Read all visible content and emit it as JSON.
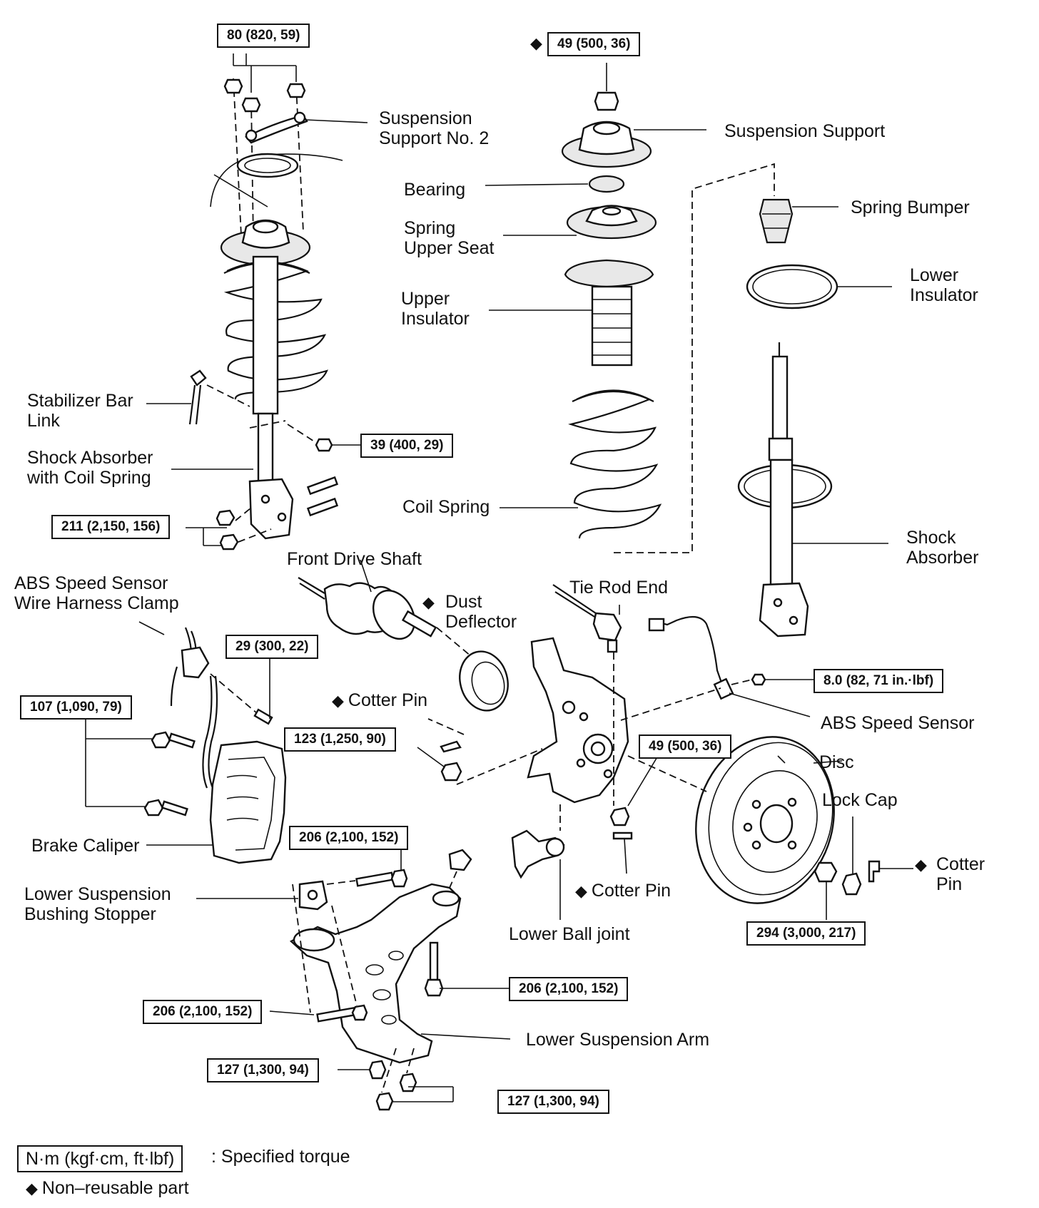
{
  "labels": {
    "suspension_support_no2": "Suspension\nSupport No. 2",
    "suspension_support": "Suspension Support",
    "bearing": "Bearing",
    "spring_upper_seat": "Spring\nUpper Seat",
    "upper_insulator": "Upper\nInsulator",
    "spring_bumper": "Spring Bumper",
    "lower_insulator": "Lower\nInsulator",
    "stabilizer_bar_link": "Stabilizer Bar\nLink",
    "shock_absorber_with_coil_spring": "Shock Absorber\nwith Coil Spring",
    "coil_spring": "Coil Spring",
    "shock_absorber": "Shock\nAbsorber",
    "front_drive_shaft": "Front Drive Shaft",
    "abs_speed_sensor_wire_harness_clamp": "ABS Speed Sensor\nWire Harness Clamp",
    "dust_deflector": "Dust\nDeflector",
    "tie_rod_end": "Tie Rod End",
    "cotter_pin_1": "Cotter Pin",
    "abs_speed_sensor": "ABS Speed Sensor",
    "disc": "Disc",
    "lock_cap": "Lock Cap",
    "cotter_pin_2": "Cotter\nPin",
    "brake_caliper": "Brake Caliper",
    "cotter_pin_3": "Cotter Pin",
    "lower_suspension_bushing_stopper": "Lower Suspension\nBushing Stopper",
    "lower_ball_joint": "Lower Ball joint",
    "lower_suspension_arm": "Lower Suspension Arm"
  },
  "torques": {
    "t_80": "80 (820, 59)",
    "t_49_top": "49 (500, 36)",
    "t_39": "39 (400, 29)",
    "t_211": "211 (2,150, 156)",
    "t_29": "29 (300, 22)",
    "t_107": "107 (1,090, 79)",
    "t_123": "123 (1,250, 90)",
    "t_49_mid": "49 (500, 36)",
    "t_8": "8.0 (82, 71 in.·lbf)",
    "t_206_a": "206 (2,100, 152)",
    "t_206_b": "206 (2,100, 152)",
    "t_206_c": "206 (2,100, 152)",
    "t_294": "294 (3,000, 217)",
    "t_127_a": "127 (1,300, 94)",
    "t_127_b": "127 (1,300, 94)"
  },
  "markers": {
    "non_reusable": "◆"
  },
  "legend": {
    "unit_box": "N·m (kgf·cm, ft·lbf)",
    "specified_torque": ": Specified torque",
    "non_reusable_part": "Non–reusable part"
  },
  "icons": [
    "strut-assembly-icon",
    "coil-spring-icon",
    "shock-absorber-icon",
    "steering-knuckle-icon",
    "brake-disc-icon",
    "brake-caliper-icon",
    "lower-arm-icon",
    "drive-shaft-icon"
  ]
}
